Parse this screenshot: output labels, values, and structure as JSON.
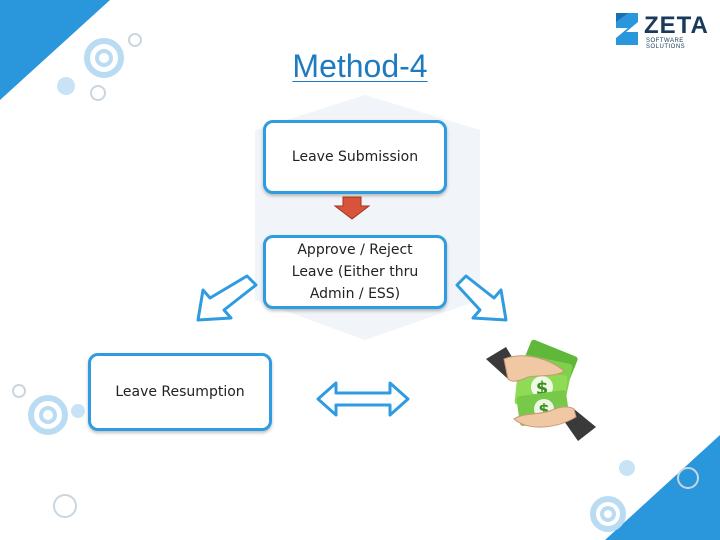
{
  "title": "Method-4",
  "logo": {
    "name": "ZETA",
    "tagline": "SOFTWARE SOLUTIONS"
  },
  "nodes": {
    "submission": "Leave Submission",
    "approve": [
      "Approve / Reject",
      "Leave (Either thru",
      "Admin / ESS)"
    ],
    "resumption": "Leave Resumption"
  },
  "colors": {
    "accent": "#2f9be0",
    "title": "#1f7bc0",
    "down_arrow": "#d9533a",
    "logo": "#1a3a5c"
  },
  "icons": [
    "money-hands-icon"
  ]
}
